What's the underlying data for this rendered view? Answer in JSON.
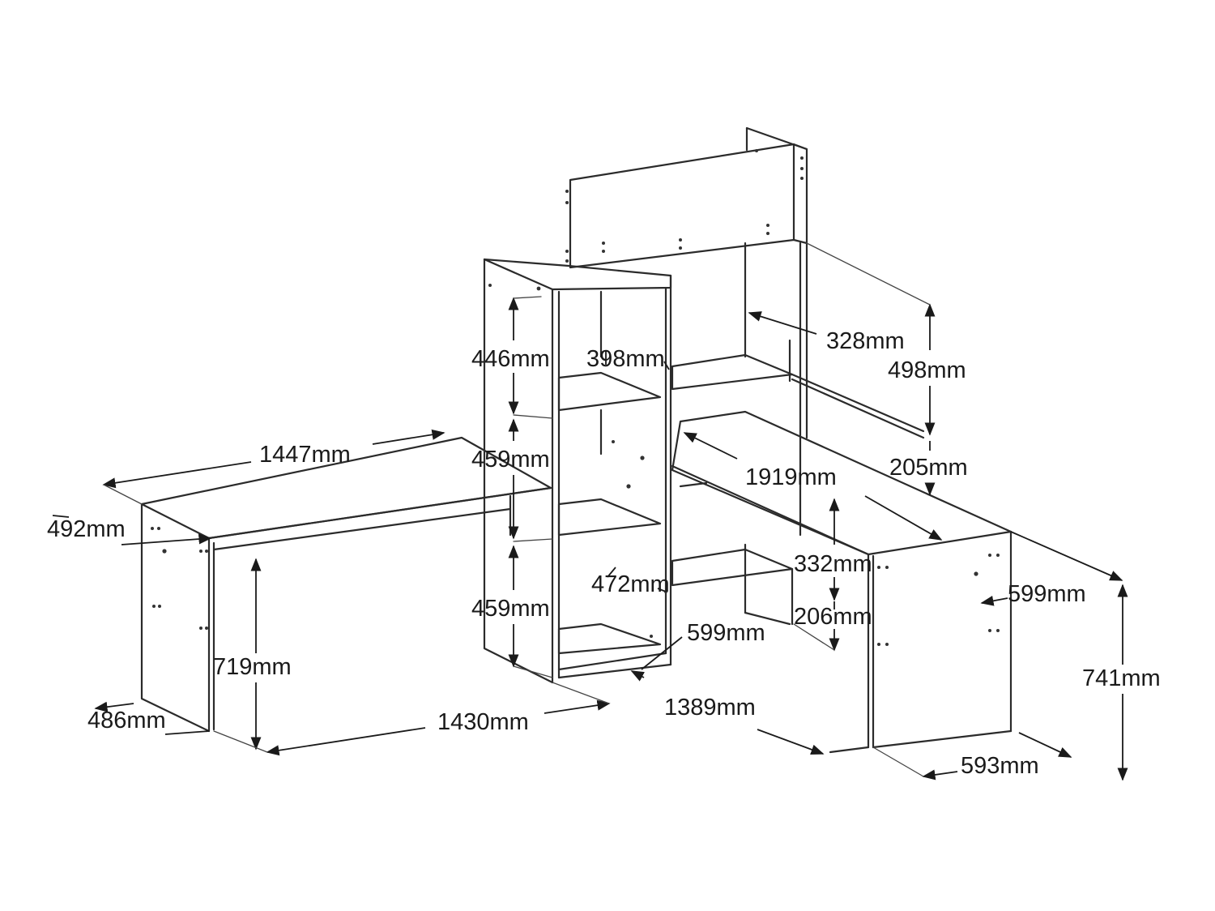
{
  "labels": {
    "d328": "328mm",
    "d498": "498mm",
    "d446": "446mm",
    "d398": "398mm",
    "d1447": "1447mm",
    "d459a": "459mm",
    "d1919": "1919mm",
    "d205": "205mm",
    "d492": "492mm",
    "d332": "332mm",
    "d472": "472mm",
    "d599a": "599mm",
    "d459b": "459mm",
    "d599b": "599mm",
    "d206": "206mm",
    "d719": "719mm",
    "d741": "741mm",
    "d486": "486mm",
    "d1430": "1430mm",
    "d1389": "1389mm",
    "d593": "593mm"
  }
}
